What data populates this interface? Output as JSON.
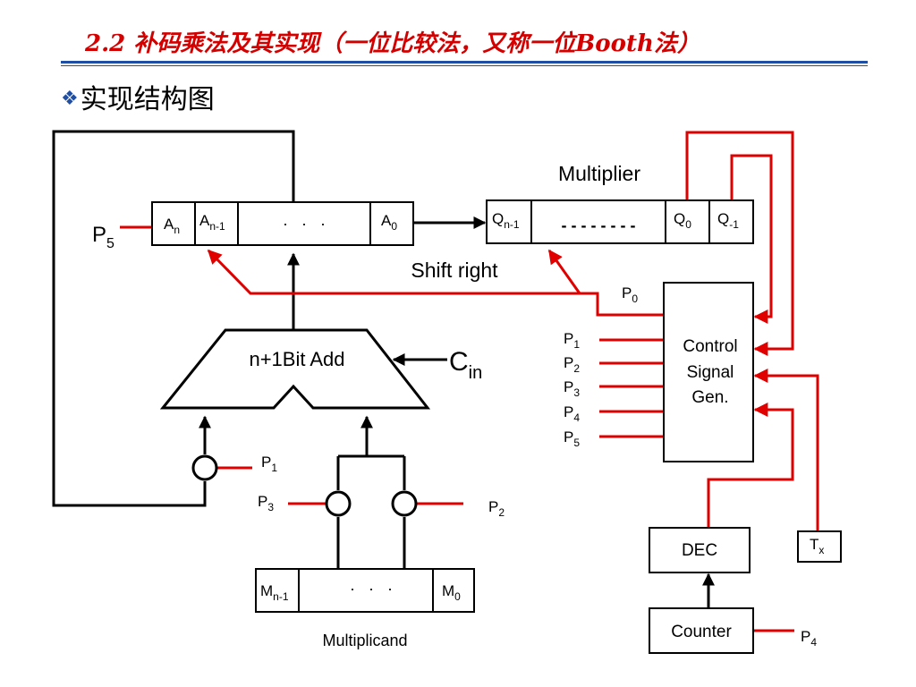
{
  "title": "2.2 补码乘法及其实现（一位比较法，又称一位Booth法）",
  "bullet": {
    "icon": "diamond-bullet-icon",
    "text": "实现结构图"
  },
  "colors": {
    "title": "#d40000",
    "rule": "#1f4ea3",
    "signal_line": "#e00000",
    "data_line": "#000000"
  },
  "a_register": {
    "cells": {
      "an": {
        "main": "A",
        "sub": "n"
      },
      "an1": {
        "main": "A",
        "sub": "n-1"
      },
      "dots": "·   ·   ·",
      "a0": {
        "main": "A",
        "sub": "0"
      }
    }
  },
  "q_register": {
    "label": "Multiplier",
    "cells": {
      "qn1": {
        "main": "Q",
        "sub": "n-1"
      },
      "dashes": "- - - - - - - -",
      "q0": {
        "main": "Q",
        "sub": "0"
      },
      "qm1": {
        "main": "Q",
        "sub": "-1"
      }
    }
  },
  "shift_label": "Shift right",
  "adder": {
    "label": "n+1Bit Add",
    "carry_in": {
      "main": "C",
      "sub": "in"
    }
  },
  "m_register": {
    "label": "Multiplicand",
    "cells": {
      "mn1": {
        "main": "M",
        "sub": "n-1"
      },
      "dots": "·   ·   ·",
      "m0": {
        "main": "M",
        "sub": "0"
      }
    }
  },
  "control": {
    "lines": [
      "Control",
      "Signal",
      "Gen."
    ]
  },
  "dec_label": "DEC",
  "counter_label": "Counter",
  "tx": {
    "main": "T",
    "sub": "x"
  },
  "signals": {
    "p0": {
      "main": "P",
      "sub": "0"
    },
    "p1": {
      "main": "P",
      "sub": "1"
    },
    "p2": {
      "main": "P",
      "sub": "2"
    },
    "p3": {
      "main": "P",
      "sub": "3"
    },
    "p4": {
      "main": "P",
      "sub": "4"
    },
    "p5": {
      "main": "P",
      "sub": "5"
    }
  }
}
